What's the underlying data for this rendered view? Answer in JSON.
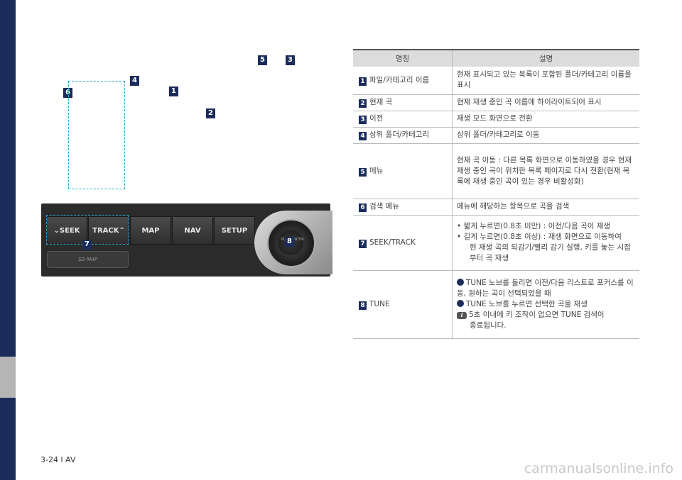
{
  "diagram": {
    "badges": [
      "5",
      "3",
      "4",
      "6",
      "1",
      "2",
      "7",
      "8"
    ],
    "buttons": [
      "SEEK",
      "TRACK",
      "MAP",
      "NAV",
      "SETUP"
    ],
    "sdmap": "SD MAP",
    "knob_text": "PUSH ENTER"
  },
  "table": {
    "headers": [
      "명칭",
      "설명"
    ],
    "rows": [
      {
        "num": "1",
        "name": "파일/카테고리 이름",
        "lines": [
          "현재 표시되고 있는 목록이 포함된 폴더/카테고리 이름을 표시"
        ]
      },
      {
        "num": "2",
        "name": "현재 곡",
        "lines": [
          "현재 재생 중인 곡 이름에 하이라이트되어 표시"
        ]
      },
      {
        "num": "3",
        "name": "이전",
        "lines": [
          "재생 모드 화면으로 전환"
        ]
      },
      {
        "num": "4",
        "name": "상위 폴더/카테고리",
        "lines": [
          "상위 폴더/카테고리로 이동"
        ]
      },
      {
        "num": "5",
        "name": "메뉴",
        "lines": [
          "현재 곡 이동 : 다른 목록 화면으로 이동하였을 경우 현재 재생 중인 곡이 위치한 목록 페이지로 다시 전환(현재 목록에 재생 중인 곡이 있는 경우 비활성화)"
        ]
      },
      {
        "num": "6",
        "name": "검색 메뉴",
        "lines": [
          "메뉴에 해당하는 항목으로 곡을 검색"
        ]
      }
    ],
    "seek": {
      "num": "7",
      "name": "SEEK/TRACK",
      "b1": "• 짧게 누르면(0.8초 미만) : 이전/다음 곡이 재생",
      "b2": "• 길게 누르면(0.8초 이상) : 재생 화면으로 이동하여",
      "b2c": "현 재생 곡의 되감기/빨리 감기 실행, 키를 놓는 시점부터 곡 재생"
    },
    "tune": {
      "num": "8",
      "name": "TUNE",
      "l1": "TUNE 노브를 돌리면 이전/다음 리스트로 포커스를 이동, 원하는 곡이 선택되었을 때",
      "l2": "TUNE 노브를 누르면 선택한 곡을 재생",
      "note1": "5초 이내에 키 조작이 없으면 TUNE 검색이",
      "note2": "종료됩니다."
    }
  },
  "footer": {
    "page": "3-24 l AV",
    "site": "carmanualsonline.info"
  }
}
